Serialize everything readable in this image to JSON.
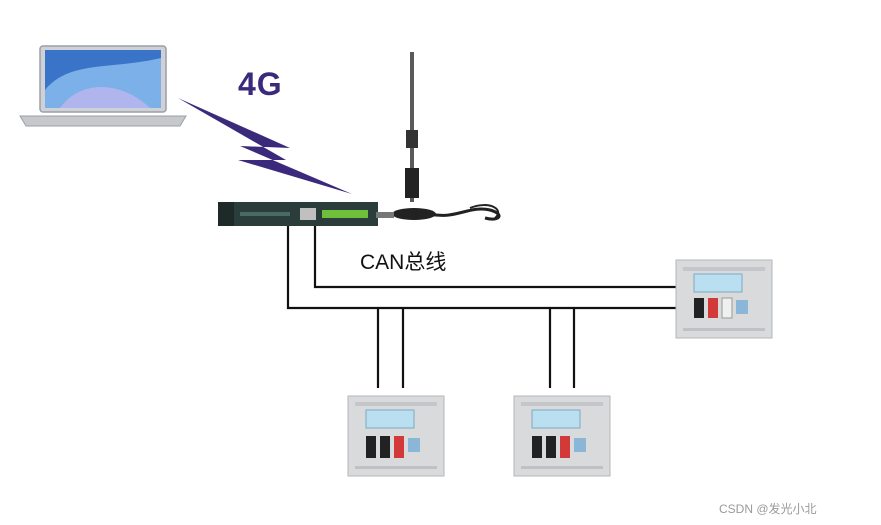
{
  "labels": {
    "network": "4G",
    "bus": "CAN总线"
  },
  "watermark": "CSDN @发光小北",
  "colors": {
    "lightning": "#3b2a7c",
    "wire": "#111111",
    "panel": "#d9dadc",
    "panel_screen": "#b9dff0",
    "panel_red": "#d23a3a",
    "device_body": "#2b3d3a"
  },
  "icons": [
    "laptop-icon",
    "lightning-icon",
    "antenna-icon",
    "gateway-icon",
    "panel-icon"
  ]
}
